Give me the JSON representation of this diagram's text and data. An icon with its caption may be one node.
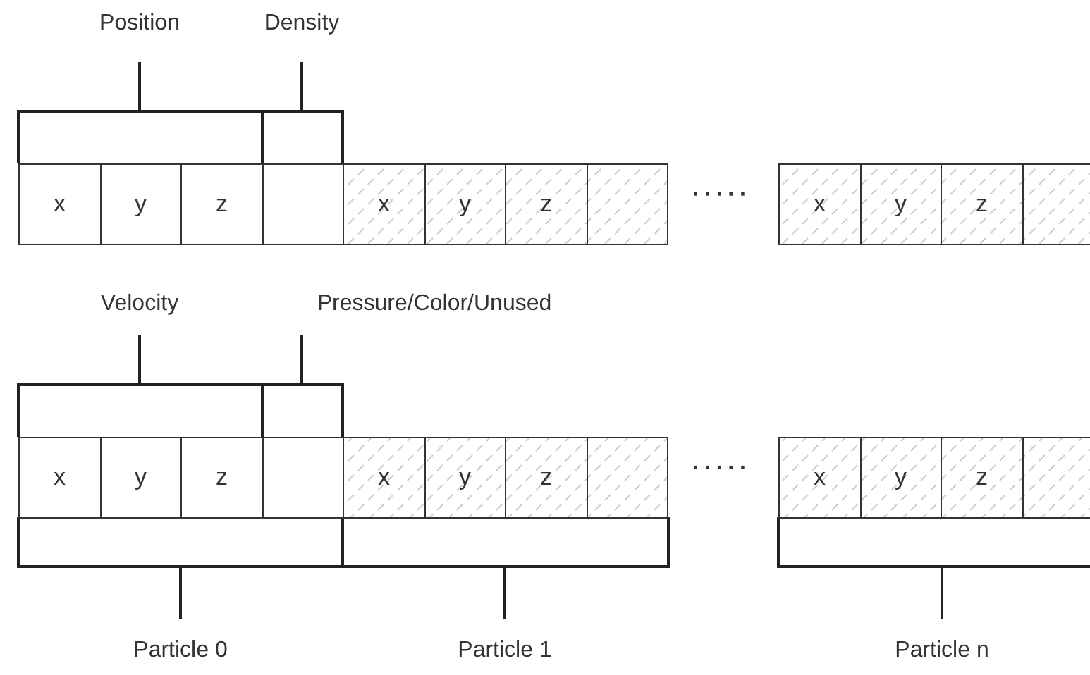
{
  "diagram": {
    "nodes": [
      {
        "text": [
          "x"
        ]
      },
      {
        "text": [
          "y"
        ]
      },
      {
        "text": [
          "z"
        ]
      },
      {
        "text": [],
        "shape": "box"
      },
      {
        "text": [
          "x"
        ]
      },
      {
        "text": [
          "y"
        ]
      },
      {
        "text": [
          "z"
        ]
      },
      {
        "text": [],
        "shape": "box"
      },
      {
        "text": [
          "x"
        ]
      },
      {
        "text": [
          "y"
        ]
      },
      {
        "text": [
          "z"
        ]
      },
      {
        "text": [],
        "shape": "box"
      },
      {
        "text": [
          "x"
        ]
      },
      {
        "text": [
          "y"
        ]
      },
      {
        "text": [
          "z"
        ]
      },
      {
        "text": [],
        "shape": "box"
      },
      {
        "text": [
          "x"
        ]
      },
      {
        "text": [
          "y"
        ]
      },
      {
        "text": [
          "z"
        ]
      },
      {
        "text": [],
        "shape": "box"
      },
      {
        "text": [
          "x"
        ]
      },
      {
        "text": [
          "y"
        ]
      },
      {
        "text": [
          "z"
        ]
      },
      {
        "text": [],
        "shape": "box"
      }
    ],
    "labels": [
      "Position",
      "Density",
      "·····",
      "Velocity",
      "Pressure/Color/Unused",
      "·····",
      "Particle 0",
      "Particle 1",
      "Particle n"
    ]
  }
}
